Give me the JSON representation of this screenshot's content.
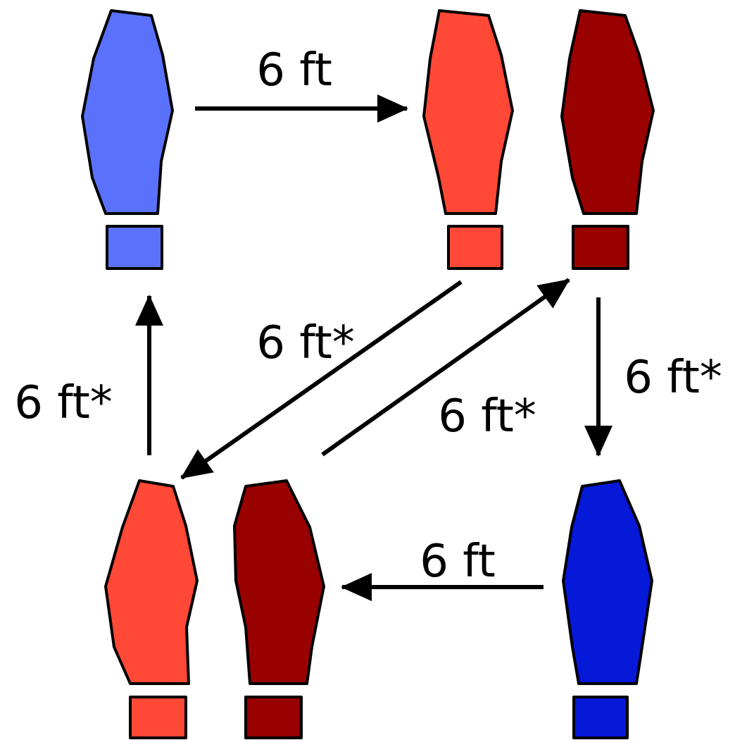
{
  "colors": {
    "light_blue": "#5a72fb",
    "bright_blue": "#0618d8",
    "light_red": "#ff4836",
    "dark_red": "#990000",
    "stroke": "#000000",
    "arrow": "#000000"
  },
  "footprints": [
    {
      "id": "top-left",
      "color": "light_blue"
    },
    {
      "id": "top-middle",
      "color": "light_red"
    },
    {
      "id": "top-right",
      "color": "dark_red"
    },
    {
      "id": "bottom-left",
      "color": "light_red"
    },
    {
      "id": "bottom-middle",
      "color": "dark_red"
    },
    {
      "id": "bottom-right",
      "color": "bright_blue"
    }
  ],
  "labels": {
    "top": "6 ft",
    "bottom": "6 ft",
    "left": "6 ft*",
    "right": "6 ft*",
    "diagonal_down": "6 ft*",
    "diagonal_up": "6 ft*"
  }
}
